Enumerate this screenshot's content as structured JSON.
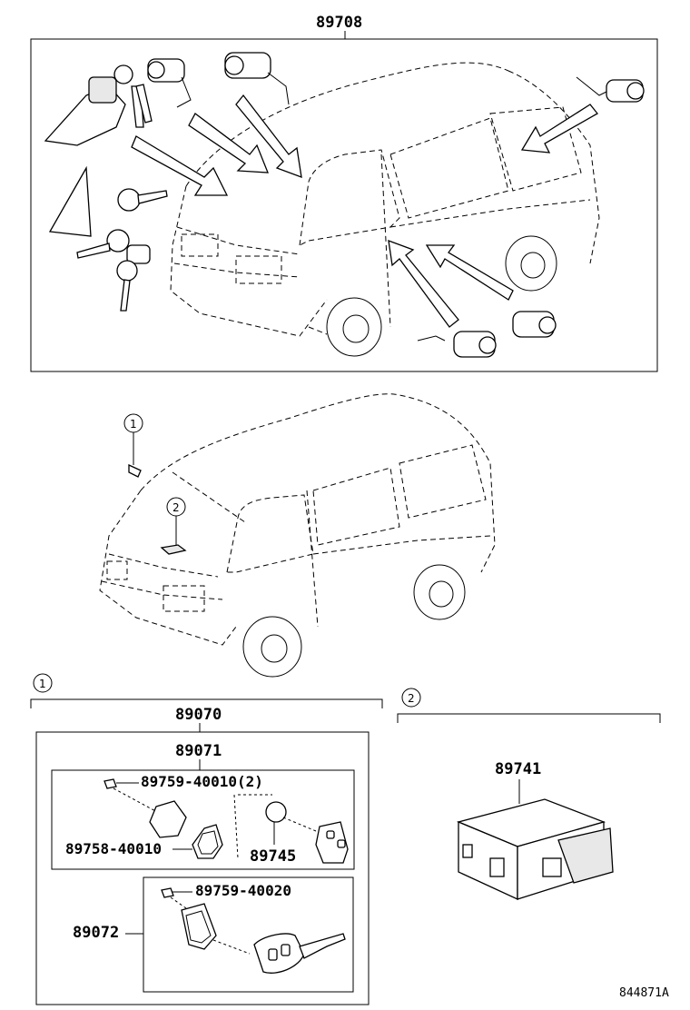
{
  "labels": {
    "top_set": "89708",
    "kit_main": "89070",
    "transmitter": "89071",
    "screw_a": "89759-40010(2)",
    "case_part": "89758-40010",
    "battery": "89745",
    "key_sub": "89072",
    "screw_b": "89759-40020",
    "receiver": "89741",
    "diagram_code": "844871A"
  },
  "callouts": {
    "one": "1",
    "two": "2"
  }
}
